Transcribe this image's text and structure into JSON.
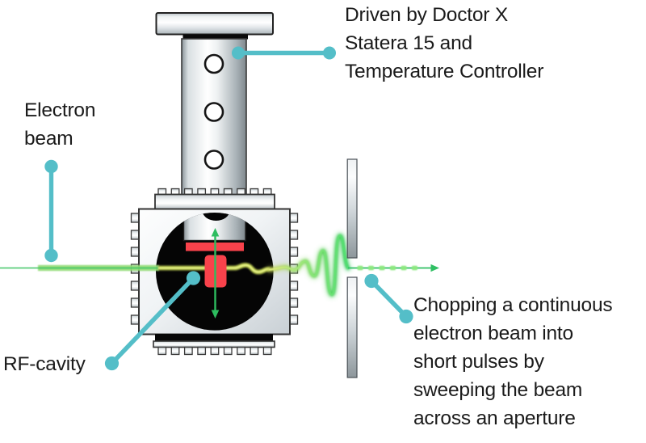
{
  "diagram": {
    "labels": {
      "driven_by": "Driven by Doctor X\nStatera 15 and\nTemperature Controller",
      "electron_beam": "Electron\nbeam",
      "rf_cavity": "RF-cavity",
      "chopping": "Chopping a continuous\nelectron beam into\nshort pulses by\nsweeping the beam\nacross an aperture"
    },
    "colors": {
      "callout_teal": "#54bec8",
      "electrode_red": "#f9424b",
      "beam_green": "#3ec463",
      "beam_light_green": "#92db74",
      "beam_yellow_green": "#c3d357",
      "beam_core_yellow": "#e4ef86",
      "pulse_dash_green": "#8ce87f",
      "exit_arrow_green": "#2fbf63",
      "field_arrow_green": "#2dbd5f",
      "cavity_black": "#050505",
      "text_color": "#1b1b1b",
      "background": "#ffffff"
    }
  }
}
